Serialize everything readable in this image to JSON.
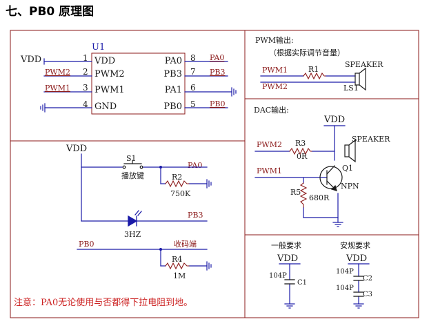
{
  "title": "七、PB0 原理图",
  "u1": {
    "name": "U1",
    "left_pins": [
      {
        "num": "1",
        "name": "VDD"
      },
      {
        "num": "2",
        "name": "PWM2"
      },
      {
        "num": "3",
        "name": "PWM1"
      },
      {
        "num": "4",
        "name": "GND"
      }
    ],
    "right_pins": [
      {
        "num": "8",
        "name": "PA0"
      },
      {
        "num": "7",
        "name": "PB3"
      },
      {
        "num": "6",
        "name": "PA1"
      },
      {
        "num": "5",
        "name": "PB0"
      }
    ],
    "left_nets": [
      "VDD",
      "PWM2",
      "PWM1"
    ],
    "right_nets": [
      "PA0",
      "PB3",
      "PB0"
    ]
  },
  "pwm": {
    "header": "PWM输出:",
    "note": "（根据实际调节音量）",
    "net1": "PWM1",
    "net2": "PWM2",
    "resistor": "R1",
    "speaker": "SPEAKER",
    "speaker_ref": "LS1"
  },
  "dac": {
    "header": "DAC输出:",
    "vdd": "VDD",
    "speaker": "SPEAKER",
    "net_pwm2": "PWM2",
    "net_pwm1": "PWM1",
    "r3": "R3",
    "r3_value": "0R",
    "q1": "Q1",
    "npn": "NPN",
    "r5": "R5",
    "r5_value": "680R"
  },
  "input": {
    "vdd": "VDD",
    "s1": "S1",
    "s1_label": "播放键",
    "pa0": "PA0",
    "r2": "R2",
    "r2_value": "750K",
    "pb3": "PB3",
    "led_label": "3HZ",
    "pb0": "PB0",
    "receive": "收码端",
    "r4": "R4",
    "r4_value": "1M"
  },
  "caps": {
    "general_title": "一般要求",
    "safety_title": "安规要求",
    "vdd": "VDD",
    "c1_value": "104P",
    "c1": "C1",
    "c2_value": "104P",
    "c2": "C2",
    "c3_value": "104P",
    "c3": "C3"
  },
  "note": "注意：PA0无论使用与否都得下拉电阻到地。",
  "colors": {
    "border": "#8b1a1a",
    "wire": "#1a1aa8",
    "component": "#8b1a1a",
    "text": "#1a1a1a",
    "net_label": "#8b1a1a",
    "led": "#1a1aa8",
    "note": "#cc2222"
  }
}
